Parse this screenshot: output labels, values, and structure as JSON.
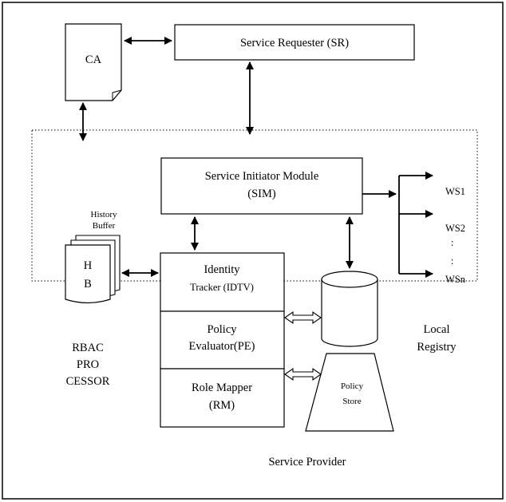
{
  "diagram": {
    "ca_label": "CA",
    "service_requester": "Service Requester (SR)",
    "sim_line1": "Service Initiator Module",
    "sim_line2": "(SIM)",
    "ws": [
      "WS1",
      "WS2",
      ":",
      ":",
      "WSn"
    ],
    "history_buffer_line1": "History",
    "history_buffer_line2": "Buffer",
    "hb_h": "H",
    "hb_b": "B",
    "idtv_line1": "Identity",
    "idtv_line2": "Tracker (IDTV)",
    "pe_line1": "Policy",
    "pe_line2": "Evaluator(PE)",
    "rm_line1": "Role Mapper",
    "rm_line2": "(RM)",
    "rbac_line1": "RBAC",
    "rbac_line2": "PRO",
    "rbac_line3": "CESSOR",
    "local_registry_line1": "Local",
    "local_registry_line2": "Registry",
    "policy_store_line1": "Policy",
    "policy_store_line2": "Store",
    "service_provider": "Service Provider"
  }
}
